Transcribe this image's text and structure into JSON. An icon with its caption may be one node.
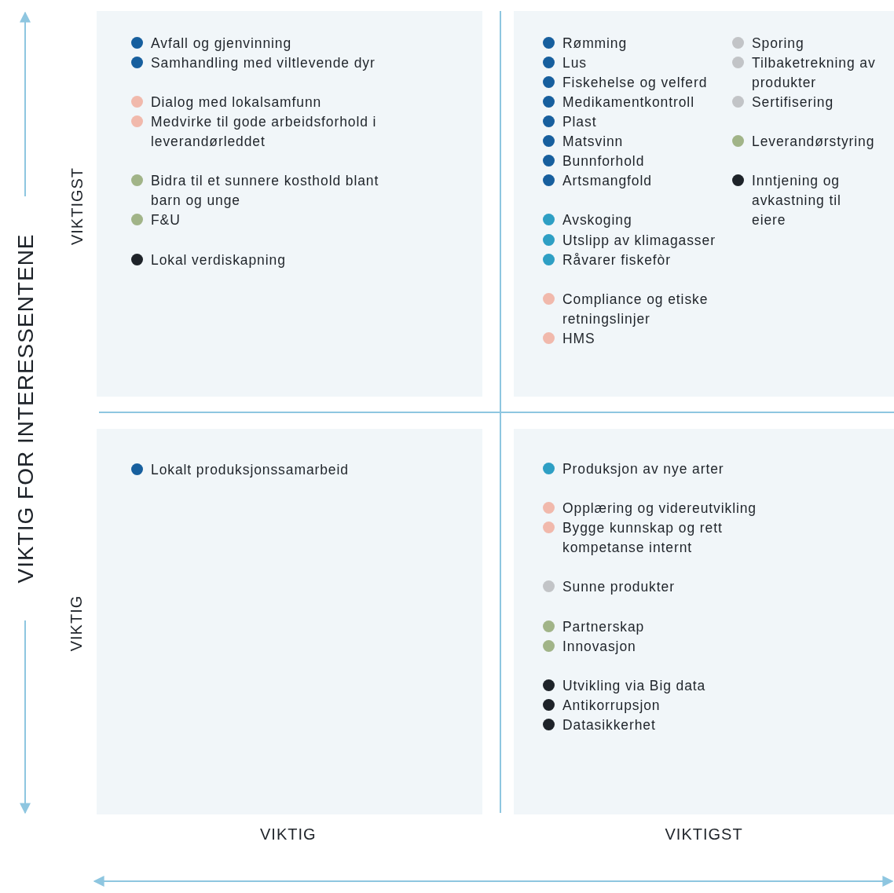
{
  "diagram": {
    "nodes": [
      {
        "text": [
          "Avfall og gjenvinning",
          "Samhandling med viltlevende dyr",
          "Dialog med lokalsamfunn",
          "Medvirke til gode arbeidsforhold i leverandørleddet",
          "Bidra til et sunnere kosthold blant barn og unge",
          "F&U",
          "Lokal verdiskapning"
        ]
      },
      {
        "text": [
          "Rømming",
          "Lus",
          "Fiskehelse og velferd",
          "Medikamentkontroll",
          "Plast",
          "Matsvinn",
          "Bunnforhold",
          "Artsmangfold",
          "Avskoging",
          "Utslipp av klimagasser",
          "Råvarer fiskefòr",
          "Compliance og etiske retningslinjer",
          "HMS",
          "Sporing",
          "Tilbaketrekning av produkter",
          "Sertifisering",
          "Leverandørstyring",
          "Inntjening og avkastning til eiere"
        ]
      },
      {
        "text": [
          "Lokalt produksjonssamarbeid"
        ]
      },
      {
        "text": [
          "Produksjon av nye arter",
          "Opplæring og videreutvikling",
          "Bygge kunnskap og rett kompetanse internt",
          "Sunne produkter",
          "Partnerskap",
          "Innovasjon",
          "Utvikling via Big data",
          "Antikorrupsjon",
          "Datasikkerhet"
        ]
      }
    ],
    "labels": [
      "VIKTIG FOR INTERESSENTENE",
      "VIKTIGST",
      "VIKTIG",
      "VIKTIG",
      "VIKTIGST"
    ]
  }
}
